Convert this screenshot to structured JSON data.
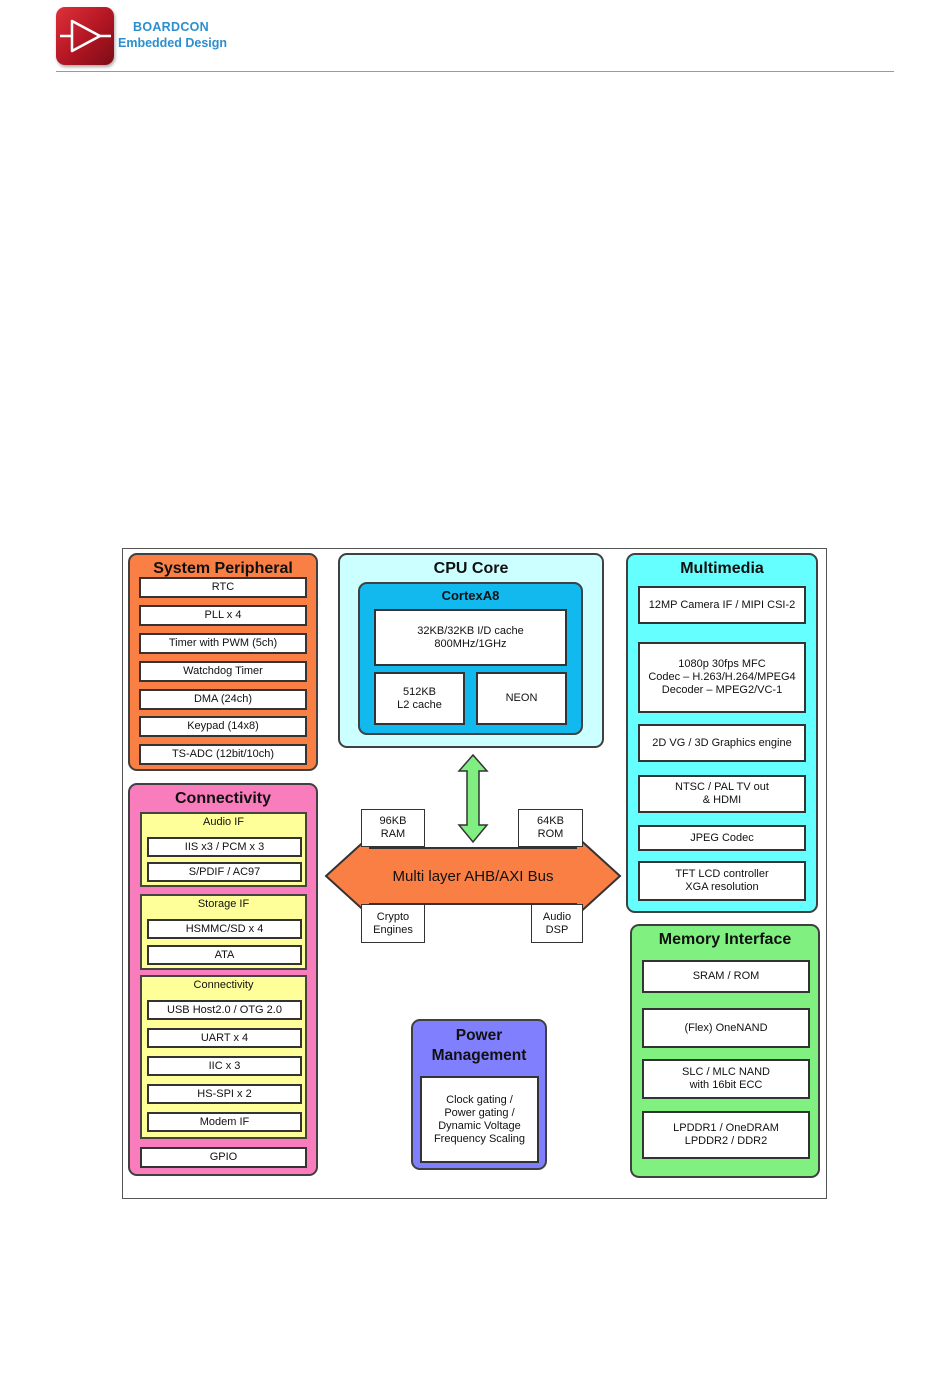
{
  "header": {
    "brand_line1": "BOARDCON",
    "brand_line2": "Embedded Design"
  },
  "colors": {
    "system_peripheral": "#f97f45",
    "connectivity": "#f97cbc",
    "sub_block": "#ffff99",
    "cpu_core": "#ccffff",
    "cortex": "#11b9ee",
    "multimedia": "#66ffff",
    "memory": "#80f080",
    "power": "#8080ff",
    "bus": "#f97f45",
    "arrow": "#80ee80"
  },
  "system_peripheral": {
    "title": "System Peripheral",
    "items": [
      "RTC",
      "PLL x 4",
      "Timer with PWM (5ch)",
      "Watchdog Timer",
      "DMA (24ch)",
      "Keypad (14x8)",
      "TS-ADC (12bit/10ch)"
    ]
  },
  "connectivity": {
    "title": "Connectivity",
    "audio": {
      "title": "Audio IF",
      "items": [
        "IIS x3 / PCM x 3",
        "S/PDIF / AC97"
      ]
    },
    "storage": {
      "title": "Storage IF",
      "items": [
        "HSMMC/SD x 4",
        "ATA"
      ]
    },
    "conn": {
      "title": "Connectivity",
      "items": [
        "USB Host2.0 / OTG 2.0",
        "UART x 4",
        "IIC x 3",
        "HS-SPI x 2",
        "Modem IF"
      ]
    },
    "gpio": "GPIO"
  },
  "cpu_core": {
    "title": "CPU Core",
    "cortex_title": "CortexA8",
    "cache": "32KB/32KB I/D cache\n800MHz/1GHz",
    "l2": "512KB\nL2 cache",
    "neon": "NEON"
  },
  "bus": {
    "label": "Multi layer AHB/AXI Bus",
    "ram": "96KB\nRAM",
    "rom": "64KB\nROM",
    "crypto": "Crypto\nEngines",
    "audio_dsp": "Audio\nDSP"
  },
  "power": {
    "title": "Power\nManagement",
    "body": "Clock gating /\nPower gating /\nDynamic Voltage\nFrequency Scaling"
  },
  "multimedia": {
    "title": "Multimedia",
    "items": [
      "12MP Camera IF / MIPI CSI-2",
      "1080p 30fps MFC\nCodec – H.263/H.264/MPEG4\nDecoder – MPEG2/VC-1",
      "2D VG / 3D Graphics engine",
      "NTSC / PAL TV out\n& HDMI",
      "JPEG Codec",
      "TFT LCD controller\nXGA resolution"
    ]
  },
  "memory": {
    "title": "Memory Interface",
    "items": [
      "SRAM / ROM",
      "(Flex) OneNAND",
      "SLC / MLC NAND\nwith 16bit ECC",
      "LPDDR1 / OneDRAM\nLPDDR2 / DDR2"
    ]
  }
}
